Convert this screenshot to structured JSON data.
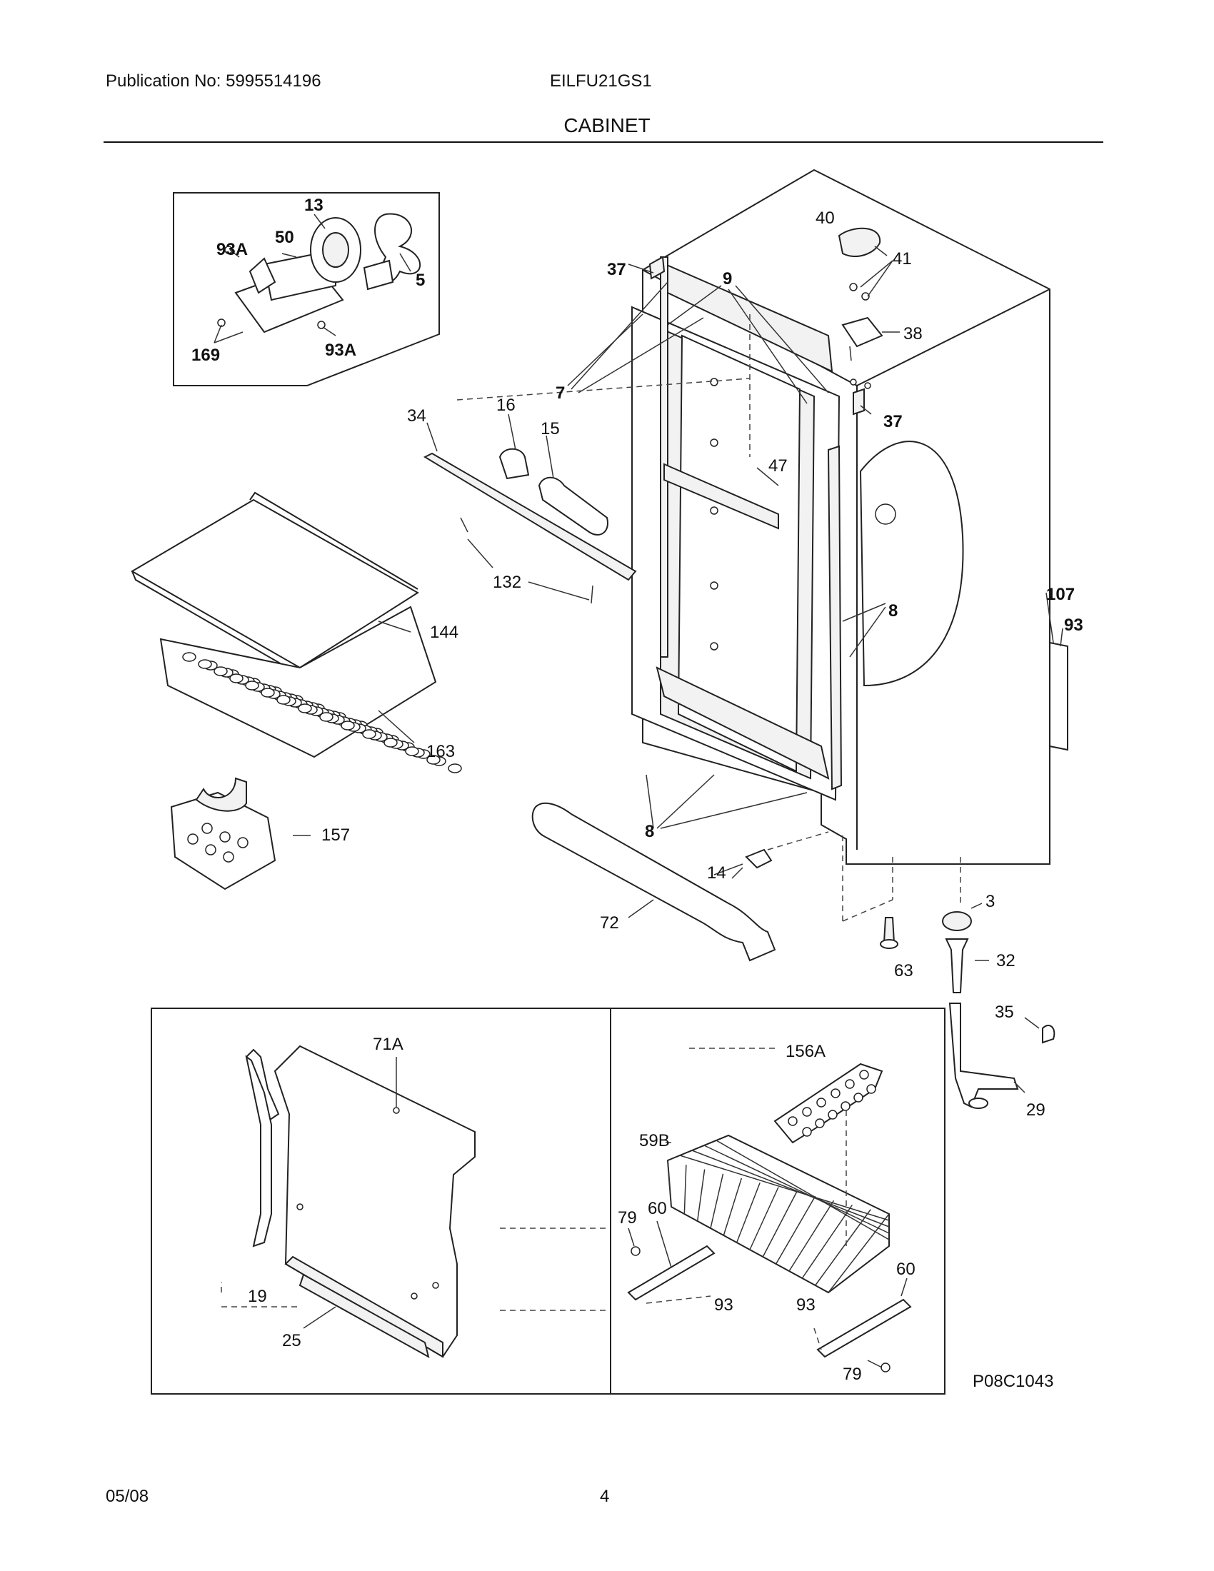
{
  "header": {
    "publication": "Publication No: 5995514196",
    "model": "EILFU21GS1",
    "section": "CABINET"
  },
  "callouts": {
    "c13": "13",
    "c50": "50",
    "c93a_top": "93A",
    "c5": "5",
    "c169": "169",
    "c93a_bot": "93A",
    "c37_top": "37",
    "c9": "9",
    "c40": "40",
    "c41": "41",
    "c38": "38",
    "c37_right": "37",
    "c7": "7",
    "c34": "34",
    "c16": "16",
    "c15": "15",
    "c47": "47",
    "c132": "132",
    "c144": "144",
    "c163": "163",
    "c8_right": "8",
    "c107": "107",
    "c93_right": "93",
    "c8_bot": "8",
    "c157": "157",
    "c14": "14",
    "c72": "72",
    "c3": "3",
    "c63": "63",
    "c32": "32",
    "c35": "35",
    "c29": "29",
    "c71a": "71A",
    "c19": "19",
    "c25": "25",
    "c156a": "156A",
    "c59b": "59B",
    "c79_left": "79",
    "c60_left": "60",
    "c93_mid": "93",
    "c60_right": "60",
    "c93_right2": "93",
    "c79_right": "79"
  },
  "diagram_code": "P08C1043",
  "footer": {
    "date": "05/08",
    "page": "4"
  }
}
